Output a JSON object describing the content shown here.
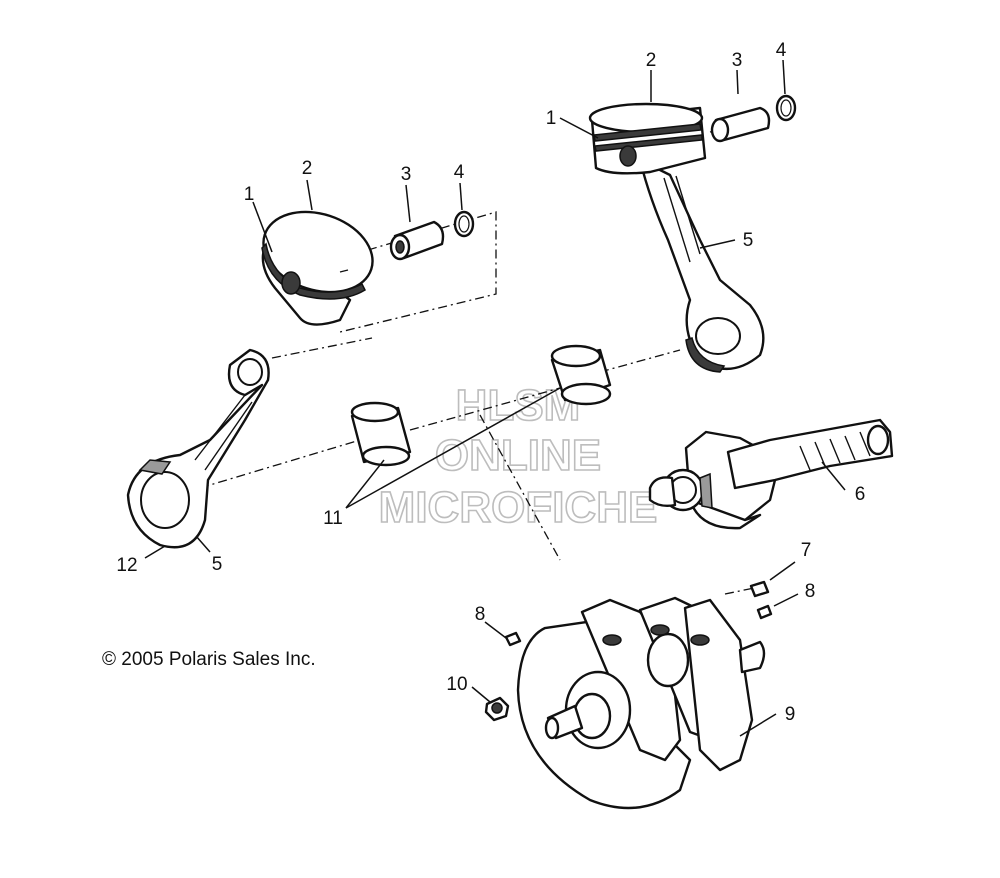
{
  "copyright": "© 2005 Polaris Sales Inc.",
  "watermark": {
    "line1": "HLSM",
    "line2": "ONLINE",
    "line3": "MICROFICHE"
  },
  "callouts": {
    "left_piston": "1",
    "left_piston_rings": "2",
    "left_pin": "3",
    "left_clip": "4",
    "right_piston": "1",
    "right_piston_rings": "2",
    "right_pin": "3",
    "right_clip": "4",
    "right_rod": "5",
    "left_rod": "5",
    "balance_shaft": "6",
    "pin_7": "7",
    "plug_8_right": "8",
    "plug_8_left": "8",
    "crankshaft": "9",
    "nut_10": "10",
    "bearings": "11",
    "rod_bolt": "12"
  }
}
